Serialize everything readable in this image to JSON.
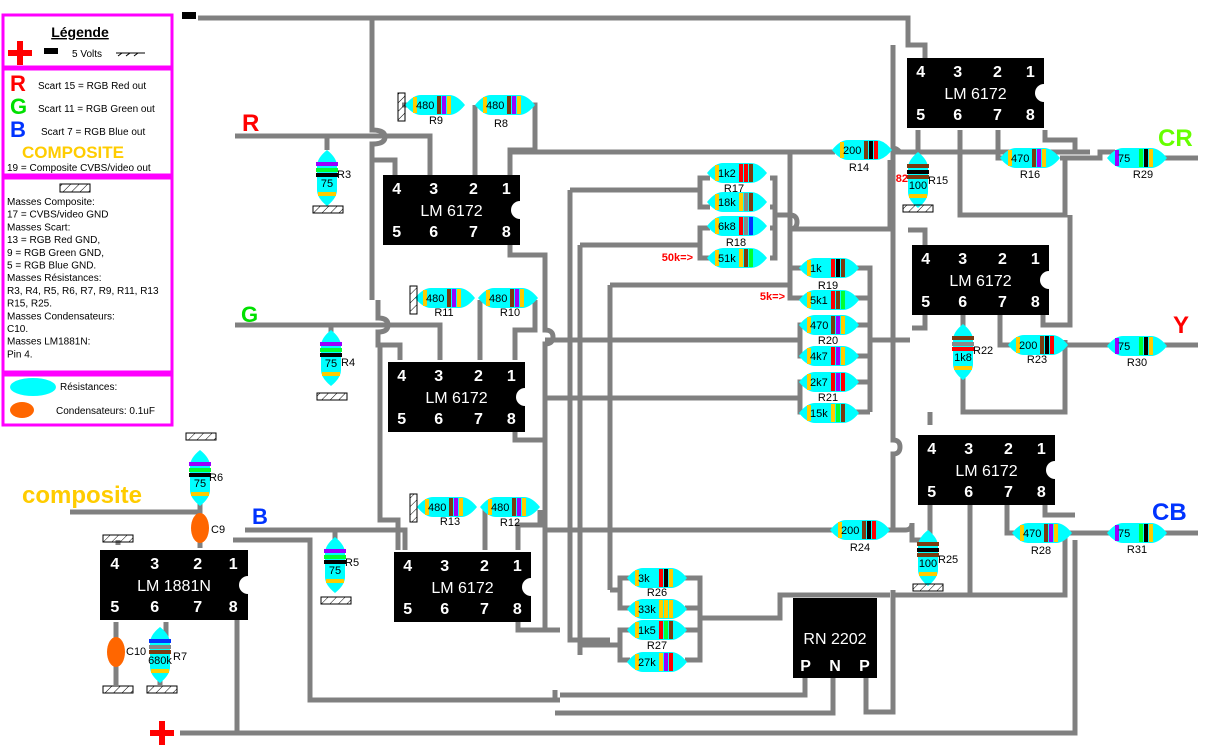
{
  "legend": {
    "title": "Légende",
    "power_label": "5 Volts",
    "signals": [
      {
        "letter": "R",
        "color": "#ff0000",
        "text": "Scart 15 = RGB Red out"
      },
      {
        "letter": "G",
        "color": "#00e000",
        "text": "Scart 11 = RGB Green out"
      },
      {
        "letter": "B",
        "color": "#0033ff",
        "text": "Scart 7 = RGB Blue out"
      }
    ],
    "composite_title": "COMPOSITE",
    "composite_color": "#ffcc00",
    "composite_text": "19 = Composite CVBS/video out",
    "ground_lines": [
      "Masses Composite:",
      "17 = CVBS/video GND",
      "Masses Scart:",
      "13 = RGB Red GND,",
      "  9 = RGB Green GND,",
      "  5 = RGB Blue GND.",
      "Masses Résistances:",
      "R3, R4, R5, R6, R7, R9, R11, R13",
      "R15, R25.",
      "Masses Condensateurs:",
      "C10.",
      "Masses LM1881N:",
      "Pin 4."
    ],
    "resistor_label": "Résistances:",
    "capacitor_label": "Condensateurs:  0.1uF",
    "resistor_color": "#00ffff",
    "capacitor_color": "#ff6600"
  },
  "inputs": {
    "r": {
      "label": "R",
      "color": "#ff0000"
    },
    "g": {
      "label": "G",
      "color": "#00e000"
    },
    "b": {
      "label": "B",
      "color": "#0033ff"
    },
    "composite": {
      "label": "composite",
      "color": "#ffcc00"
    }
  },
  "outputs": {
    "cr": {
      "label": "CR",
      "color": "#66ff00"
    },
    "y": {
      "label": "Y",
      "color": "#ff0000"
    },
    "cb": {
      "label": "CB",
      "color": "#0033ff"
    }
  },
  "ics": [
    {
      "id": "u-r",
      "name": "LM 6172",
      "pins_top": [
        "4",
        "3",
        "2",
        "1"
      ],
      "pins_bottom": [
        "5",
        "6",
        "7",
        "8"
      ]
    },
    {
      "id": "u-g",
      "name": "LM 6172",
      "pins_top": [
        "4",
        "3",
        "2",
        "1"
      ],
      "pins_bottom": [
        "5",
        "6",
        "7",
        "8"
      ]
    },
    {
      "id": "u-b",
      "name": "LM 6172",
      "pins_top": [
        "4",
        "3",
        "2",
        "1"
      ],
      "pins_bottom": [
        "5",
        "6",
        "7",
        "8"
      ]
    },
    {
      "id": "u-cr",
      "name": "LM 6172",
      "pins_top": [
        "4",
        "3",
        "2",
        "1"
      ],
      "pins_bottom": [
        "5",
        "6",
        "7",
        "8"
      ]
    },
    {
      "id": "u-y",
      "name": "LM 6172",
      "pins_top": [
        "4",
        "3",
        "2",
        "1"
      ],
      "pins_bottom": [
        "5",
        "6",
        "7",
        "8"
      ]
    },
    {
      "id": "u-cb",
      "name": "LM 6172",
      "pins_top": [
        "4",
        "3",
        "2",
        "1"
      ],
      "pins_bottom": [
        "5",
        "6",
        "7",
        "8"
      ]
    },
    {
      "id": "u-sync",
      "name": "LM 1881N",
      "pins_top": [
        "4",
        "3",
        "2",
        "1"
      ],
      "pins_bottom": [
        "5",
        "6",
        "7",
        "8"
      ]
    },
    {
      "id": "u-reg",
      "name": "RN 2202",
      "pins_bottom": [
        "P",
        "N",
        "P"
      ]
    }
  ],
  "resistors": [
    {
      "ref": "R3",
      "value": "75"
    },
    {
      "ref": "R4",
      "value": "75"
    },
    {
      "ref": "R5",
      "value": "75"
    },
    {
      "ref": "R6",
      "value": "75"
    },
    {
      "ref": "R7",
      "value": "680k"
    },
    {
      "ref": "R8",
      "value": "480"
    },
    {
      "ref": "R9",
      "value": "480"
    },
    {
      "ref": "R10",
      "value": "480"
    },
    {
      "ref": "R11",
      "value": "480"
    },
    {
      "ref": "R12",
      "value": "480"
    },
    {
      "ref": "R13",
      "value": "480"
    },
    {
      "ref": "R14",
      "value": "200"
    },
    {
      "ref": "R15",
      "value": "100",
      "note": "82"
    },
    {
      "ref": "R16",
      "value": "470"
    },
    {
      "ref": "R17",
      "value": "1k2",
      "value2": "18k"
    },
    {
      "ref": "R18",
      "value": "6k8",
      "value2": "51k",
      "note": "50k=>"
    },
    {
      "ref": "R19",
      "value": "1k",
      "value2": "5k1",
      "note": "5k=>"
    },
    {
      "ref": "R20",
      "value": "470",
      "value2": "4k7"
    },
    {
      "ref": "R21",
      "value": "2k7",
      "value2": "15k"
    },
    {
      "ref": "R22",
      "value": "1k8"
    },
    {
      "ref": "R23",
      "value": "200"
    },
    {
      "ref": "R24",
      "value": "200"
    },
    {
      "ref": "R25",
      "value": "100"
    },
    {
      "ref": "R26",
      "value": "3k",
      "value2": "33k"
    },
    {
      "ref": "R27",
      "value": "1k5",
      "value2": "27k"
    },
    {
      "ref": "R28",
      "value": "470"
    },
    {
      "ref": "R29",
      "value": "75"
    },
    {
      "ref": "R30",
      "value": "75"
    },
    {
      "ref": "R31",
      "value": "75"
    }
  ],
  "capacitors": [
    {
      "ref": "C9"
    },
    {
      "ref": "C10"
    }
  ],
  "power": {
    "plus": "+",
    "minus": "−"
  }
}
